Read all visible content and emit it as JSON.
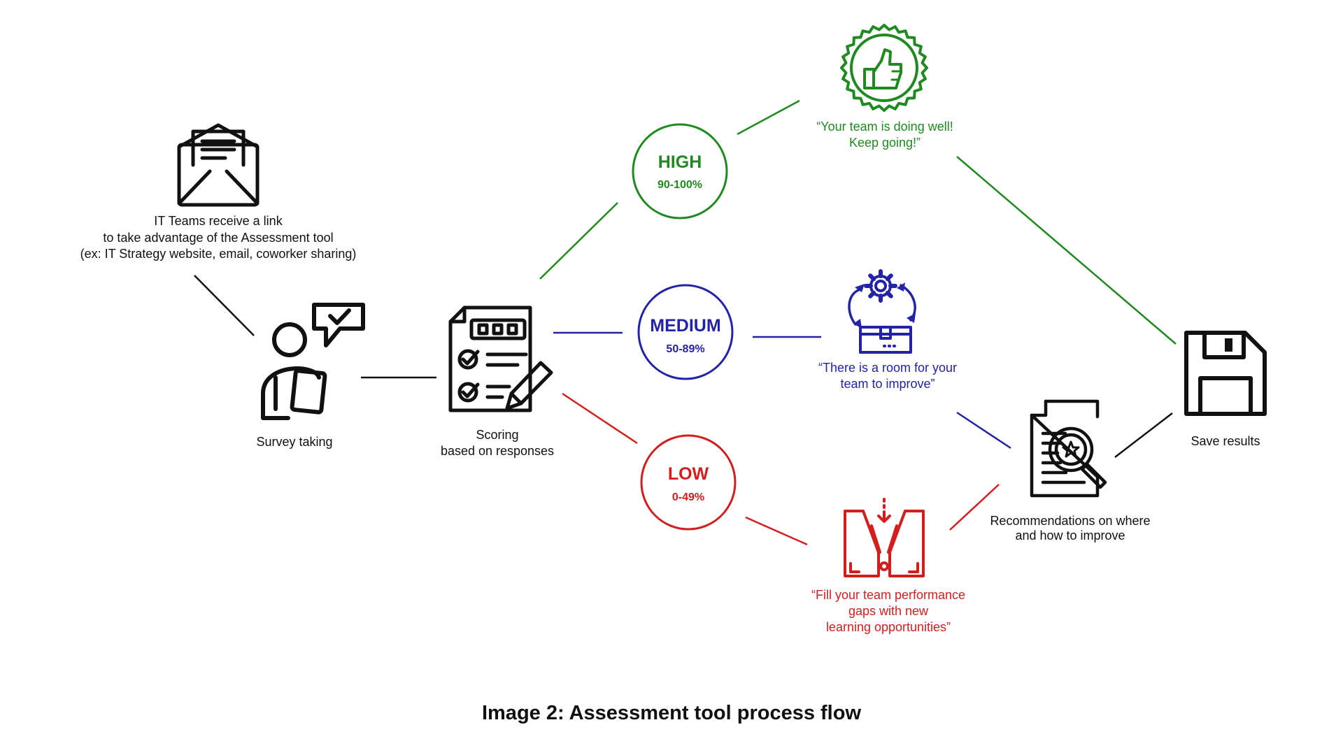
{
  "caption": "Image 2: Assessment tool process flow",
  "colors": {
    "ink": "#111111",
    "high": "#1f8a1f",
    "medium": "#2323a6",
    "low": "#d41e1e"
  },
  "steps": {
    "invite": {
      "icon": "envelope-icon",
      "lines": [
        "IT Teams receive a link",
        "to take advantage of the Assessment tool",
        "(ex: IT Strategy website, email, coworker sharing)"
      ]
    },
    "survey": {
      "icon": "person-survey-icon",
      "lines": [
        "Survey taking"
      ]
    },
    "scoring": {
      "icon": "checklist-pencil-icon",
      "lines": [
        "Scoring",
        "based on responses"
      ]
    },
    "recommend": {
      "icon": "document-search-icon",
      "lines": [
        "Recommendations on where",
        "and how to improve"
      ]
    },
    "save": {
      "icon": "floppy-disk-icon",
      "lines": [
        "Save results"
      ]
    }
  },
  "levels": {
    "high": {
      "name": "HIGH",
      "range": "90-100%"
    },
    "medium": {
      "name": "MEDIUM",
      "range": "50-89%"
    },
    "low": {
      "name": "LOW",
      "range": "0-49%"
    }
  },
  "outcomes": {
    "high": {
      "icon": "thumbs-up-badge-icon",
      "lines": [
        "“Your team is doing well!",
        "Keep going!”"
      ]
    },
    "medium": {
      "icon": "gear-box-cycle-icon",
      "lines": [
        "“There is a room for your",
        "team to improve”"
      ]
    },
    "low": {
      "icon": "gap-fill-icon",
      "lines": [
        "“Fill your team performance",
        "gaps with new",
        "learning opportunities”"
      ]
    }
  }
}
